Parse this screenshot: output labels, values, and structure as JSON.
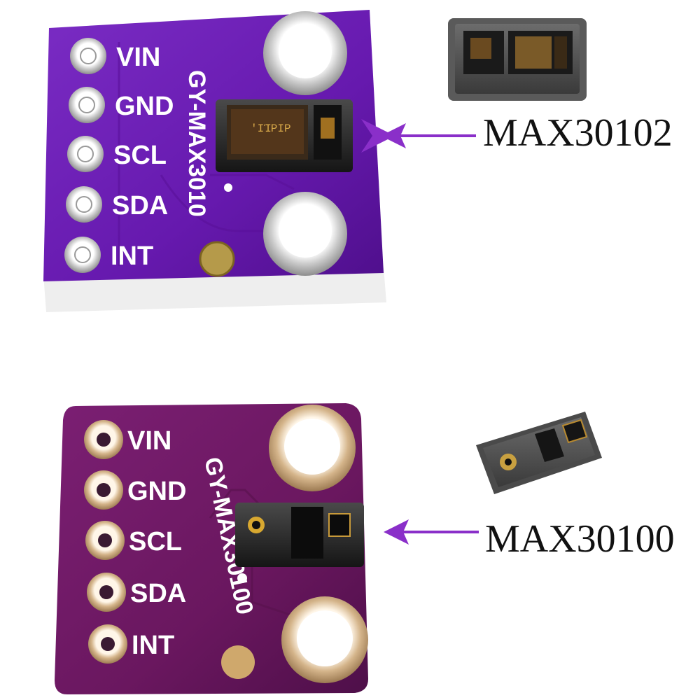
{
  "modules": [
    {
      "board_label": "GY-MAX3010",
      "pins": [
        "VIN",
        "GND",
        "SCL",
        "SDA",
        "INT"
      ],
      "callout": "MAX30102",
      "board_color": "#6a1fb0"
    },
    {
      "board_label": "GY-MAX30100",
      "pins": [
        "VIN",
        "GND",
        "SCL",
        "SDA",
        "INT"
      ],
      "callout": "MAX30100",
      "board_color": "#6b1a63"
    }
  ],
  "colors": {
    "arrow": "#8a2fc9",
    "silkscreen": "#ffffff",
    "sensor": "#1c1c1c"
  }
}
